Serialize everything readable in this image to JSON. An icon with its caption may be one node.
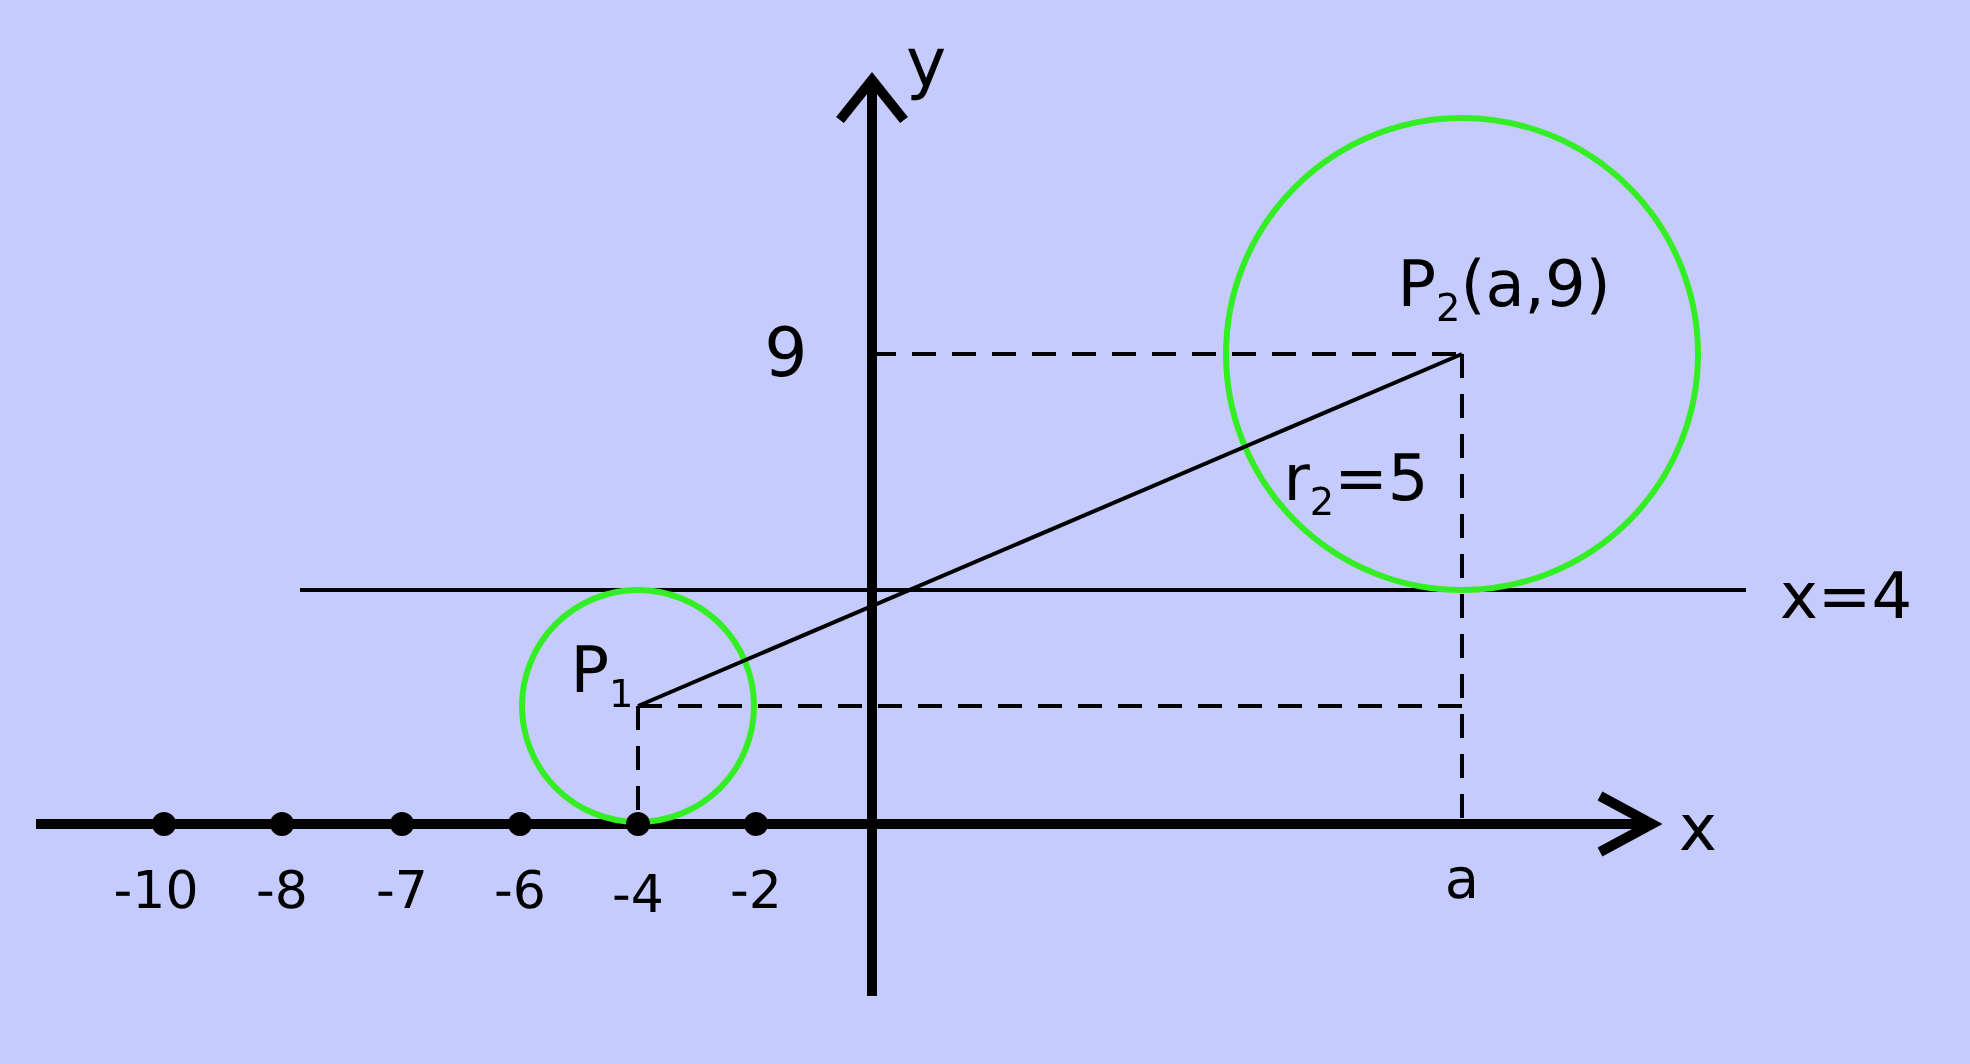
{
  "diagram": {
    "labels": [
      "y",
      "9",
      "P$_{2}$(a,9)",
      "r$_{2}$=5",
      "x=4",
      "P$_{1}$",
      "x",
      "-10",
      "-8",
      "-7",
      "-6",
      "-4",
      "-2",
      "a"
    ]
  }
}
